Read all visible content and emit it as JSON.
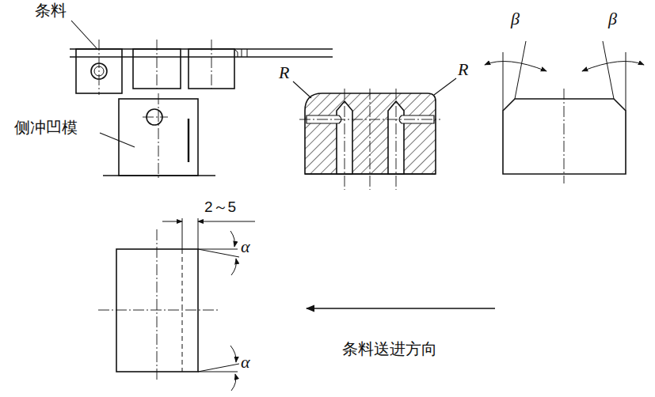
{
  "diagram": {
    "labels": [
      "条料",
      "侧冲凹模",
      "R",
      "R",
      "β",
      "β",
      "2～5",
      "α",
      "α",
      "条料送进方向"
    ]
  }
}
